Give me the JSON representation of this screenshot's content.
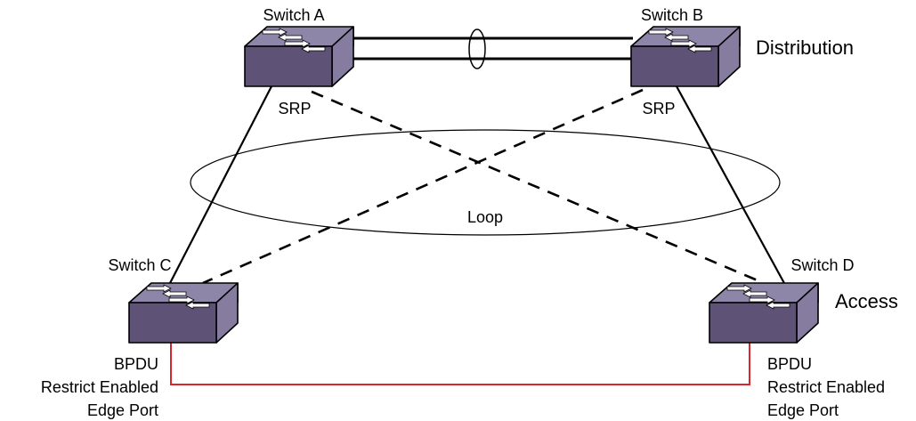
{
  "switches": {
    "a": {
      "name": "Switch A",
      "role": "SRP"
    },
    "b": {
      "name": "Switch B",
      "role": "SRP"
    },
    "c": {
      "name": "Switch C",
      "note": [
        "BPDU",
        "Restrict Enabled",
        "Edge Port"
      ]
    },
    "d": {
      "name": "Switch D",
      "note": [
        "BPDU",
        "Restrict Enabled",
        "Edge Port"
      ]
    }
  },
  "tiers": {
    "distribution": "Distribution",
    "access": "Access"
  },
  "loop_label": "Loop",
  "colors": {
    "box_top": "#8e86a8",
    "box_front": "#5f5277",
    "box_side": "#857c9f",
    "edge_link": "#d7262e",
    "links": "#000000"
  },
  "icons": {
    "switch": "network-switch-icon"
  }
}
